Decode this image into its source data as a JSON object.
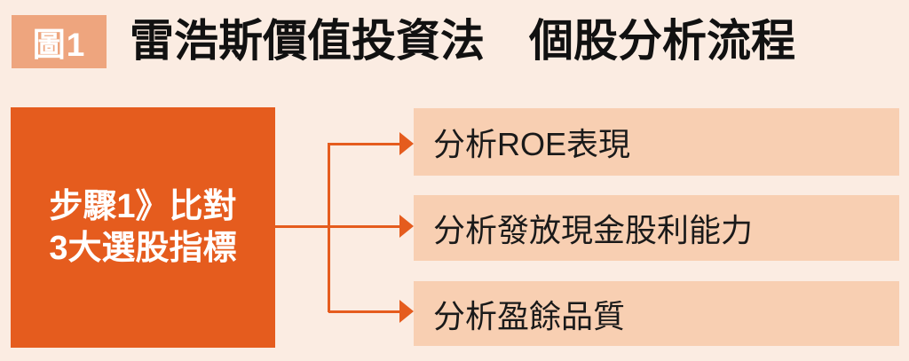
{
  "header": {
    "badge": "圖1",
    "title": "雷浩斯價值投資法　個股分析流程"
  },
  "step_box": {
    "line1": "步驟1》比對",
    "line2": "3大選股指標"
  },
  "items": [
    {
      "label": "分析ROE表現"
    },
    {
      "label": "分析發放現金股利能力"
    },
    {
      "label": "分析盈餘品質"
    }
  ],
  "colors": {
    "background": "#FBECE2",
    "badge": "#EEA57E",
    "accent_orange": "#E55C1E",
    "item_box": "#F8CFB2",
    "title_text": "#111111",
    "item_text": "#1A1A1A",
    "step_text": "#FFFFFF"
  }
}
